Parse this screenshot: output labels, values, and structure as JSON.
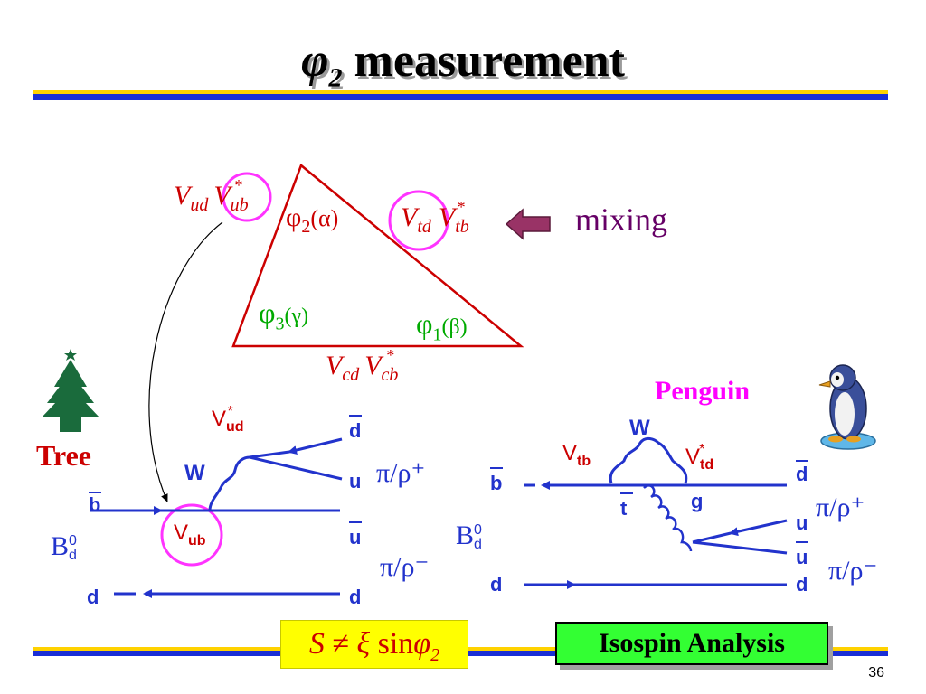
{
  "slide": {
    "title_symbol": "φ",
    "title_subscript": "2",
    "title_text": "measurement",
    "page_number": "36"
  },
  "triangle": {
    "top_left": {
      "main": "V",
      "sub1": "ud",
      "main2": "V",
      "sub2": "ub",
      "sup2": "*"
    },
    "top_right": {
      "main": "V",
      "sub1": "td",
      "main2": "V",
      "sub2": "tb",
      "sup2": "*"
    },
    "bottom": {
      "main": "V",
      "sub1": "cd",
      "main2": "V",
      "sub2": "cb",
      "sup2": "*"
    },
    "angle_phi2": {
      "phi": "φ",
      "sub": "2",
      "greek": "(α)"
    },
    "angle_phi3": {
      "phi": "φ",
      "sub": "3",
      "greek": "(γ)"
    },
    "angle_phi1": {
      "phi": "φ",
      "sub": "1",
      "greek": "(β)"
    },
    "mixing_label": "mixing"
  },
  "tree": {
    "label": "Tree",
    "vud": {
      "v": "V",
      "sub": "ud",
      "sup": "*"
    },
    "vub": {
      "v": "V",
      "sub": "ub"
    },
    "w_label": "W",
    "b_label": "b",
    "d_label": "d",
    "meson": {
      "b": "B",
      "sup": "0",
      "sub": "d"
    },
    "out_dbar": "d",
    "out_u": "u",
    "out_ubar": "u",
    "out_d": "d",
    "pi_plus": "π/ρ⁺",
    "pi_minus": "π/ρ⁻"
  },
  "penguin": {
    "label": "Penguin",
    "w_label": "W",
    "vtb": {
      "v": "V",
      "sub": "tb"
    },
    "vtd": {
      "v": "V",
      "sub": "td",
      "sup": "*"
    },
    "t_label": "t",
    "g_label": "g",
    "b_label": "b",
    "d_label": "d",
    "meson": {
      "b": "B",
      "sup": "0",
      "sub": "d"
    },
    "out_dbar": "d",
    "out_u": "u",
    "out_ubar": "u",
    "out_d": "d",
    "pi_plus": "π/ρ⁺",
    "pi_minus": "π/ρ⁻"
  },
  "footer": {
    "formula": {
      "s": "S",
      "neq": " ≠ ",
      "xi": "ξ",
      "sin": " sin",
      "phi": "φ",
      "sub": "2"
    },
    "isospin": "Isospin Analysis"
  },
  "colors": {
    "triangle_line": "#cc0000",
    "angle_green": "#00aa00",
    "quark_blue": "#2233cc",
    "highlight_magenta": "#ff33ff",
    "penguin_label": "#ff00ff",
    "mixing_purple": "#660066",
    "arrow_maroon": "#993366"
  }
}
